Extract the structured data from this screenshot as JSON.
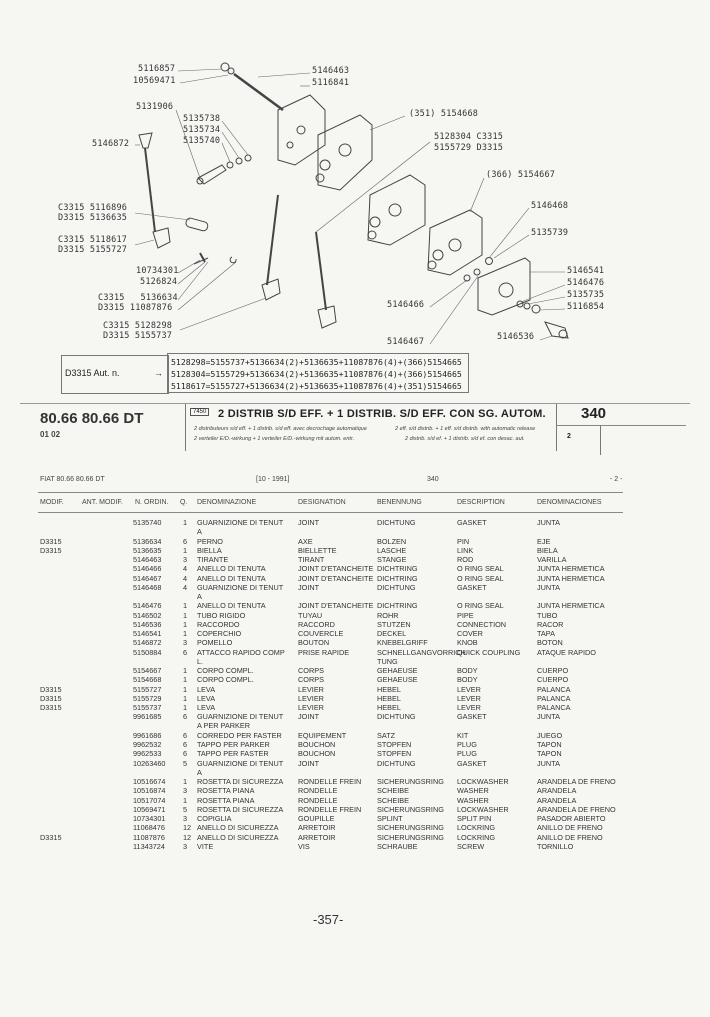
{
  "diagram": {
    "labels": [
      "5116857",
      "10569471",
      "5146463",
      "5116841",
      "5131906",
      "5135738",
      "5135734",
      "5135740",
      "5146872",
      "(351) 5154668",
      "5128304  C3315",
      "5155729  D3315",
      "(366)  5154667",
      "5146468",
      "5135739",
      "C3315 5116896",
      "D3315 5136635",
      "C3315 5118617",
      "D3315 5155727",
      "10734301",
      "5126824",
      "C3315   5136634",
      "D3315 11087876",
      "C3315 5128298",
      "D3315 5155737",
      "5146541",
      "5146476",
      "5135735",
      "5116854",
      "5146466",
      "5146467",
      "5146536"
    ]
  },
  "note": {
    "left": "D3315 Aut. n.",
    "arrow": "→",
    "lines": [
      "5128298=5155737+5136634(2)+5136635+11087876(4)+(366)5154665",
      "5128304=5155729+5136634(2)+5136635+11087876(4)+(366)5154665",
      "5118617=5155727+5136634(2)+5136635+11087876(4)+(351)5154665"
    ]
  },
  "header": {
    "model": "80.66 80.66 DT",
    "code": "01 02",
    "ref": "7450",
    "title": "2 DISTRIB S/D EFF. + 1 DISTRIB. S/D EFF. CON SG. AUTOM.",
    "sub_fr": "2 distributeurs s/d eff. + 1 distrib. s/d eff. avec decrochage automatique",
    "sub_en": "2 eff. s/d distrib. + 1 eff. s/d distrib. with automatic release",
    "sub_de": "2 verteiler E/D.-wirkung + 1 verteiler E/D.-wirkung mit autom. entr.",
    "sub_es": "2 distrib. s/d ef. + 1 distrib. s/d ef. con desac. aut.",
    "page": "340",
    "sheet": "2"
  },
  "running_header": {
    "model": "FIAT 80.66 80.66 DT",
    "date": "[10 - 1991]",
    "table": "340",
    "sheet": "- 2 -"
  },
  "columns": [
    "MODIF.",
    "ANT. MODIF.",
    "N. ORDIN.",
    "Q.",
    "DENOMINAZIONE",
    "DESIGNATION",
    "BENENNUNG",
    "DESCRIPTION",
    "DENOMINACIONES"
  ],
  "rows": [
    {
      "modif": "",
      "n": "5135740",
      "q": "1",
      "it": "GUARNIZIONE DI TENUT\nA",
      "fr": "JOINT",
      "de": "DICHTUNG",
      "en": "GASKET",
      "es": "JUNTA"
    },
    {
      "modif": "D3315",
      "n": "5136634",
      "q": "6",
      "it": "PERNO",
      "fr": "AXE",
      "de": "BOLZEN",
      "en": "PIN",
      "es": "EJE"
    },
    {
      "modif": "D3315",
      "n": "5136635",
      "q": "1",
      "it": "BIELLA",
      "fr": "BIELLETTE",
      "de": "LASCHE",
      "en": "LINK",
      "es": "BIELA"
    },
    {
      "modif": "",
      "n": "5146463",
      "q": "3",
      "it": "TIRANTE",
      "fr": "TIRANT",
      "de": "STANGE",
      "en": "ROD",
      "es": "VARILLA"
    },
    {
      "modif": "",
      "n": "5146466",
      "q": "4",
      "it": "ANELLO DI TENUTA",
      "fr": "JOINT D'ETANCHEITE",
      "de": "DICHTRING",
      "en": "O RING SEAL",
      "es": "JUNTA HERMETICA"
    },
    {
      "modif": "",
      "n": "5146467",
      "q": "4",
      "it": "ANELLO DI TENUTA",
      "fr": "JOINT D'ETANCHEITE",
      "de": "DICHTRING",
      "en": "O RING SEAL",
      "es": "JUNTA HERMETICA"
    },
    {
      "modif": "",
      "n": "5146468",
      "q": "4",
      "it": "GUARNIZIONE DI TENUT\nA",
      "fr": "JOINT",
      "de": "DICHTUNG",
      "en": "GASKET",
      "es": "JUNTA"
    },
    {
      "modif": "",
      "n": "5146476",
      "q": "1",
      "it": "ANELLO DI TENUTA",
      "fr": "JOINT D'ETANCHEITE",
      "de": "DICHTRING",
      "en": "O RING SEAL",
      "es": "JUNTA HERMETICA"
    },
    {
      "modif": "",
      "n": "5146502",
      "q": "1",
      "it": "TUBO RIGIDO",
      "fr": "TUYAU",
      "de": "ROHR",
      "en": "PIPE",
      "es": "TUBO"
    },
    {
      "modif": "",
      "n": "5146536",
      "q": "1",
      "it": "RACCORDO",
      "fr": "RACCORD",
      "de": "STUTZEN",
      "en": "CONNECTION",
      "es": "RACOR"
    },
    {
      "modif": "",
      "n": "5146541",
      "q": "1",
      "it": "COPERCHIO",
      "fr": "COUVERCLE",
      "de": "DECKEL",
      "en": "COVER",
      "es": "TAPA"
    },
    {
      "modif": "",
      "n": "5146872",
      "q": "3",
      "it": "POMELLO",
      "fr": "BOUTON",
      "de": "KNEBELGRIFF",
      "en": "KNOB",
      "es": "BOTON"
    },
    {
      "modif": "",
      "n": "5150884",
      "q": "6",
      "it": "ATTACCO RAPIDO COMP\nL.",
      "fr": "PRISE RAPIDE",
      "de": "SCHNELLGANGVORRICH\nTUNG",
      "en": "QUICK COUPLING",
      "es": "ATAQUE RAPIDO"
    },
    {
      "modif": "",
      "n": "5154667",
      "q": "1",
      "it": "CORPO COMPL.",
      "fr": "CORPS",
      "de": "GEHAEUSE",
      "en": "BODY",
      "es": "CUERPO"
    },
    {
      "modif": "",
      "n": "5154668",
      "q": "1",
      "it": "CORPO COMPL.",
      "fr": "CORPS",
      "de": "GEHAEUSE",
      "en": "BODY",
      "es": "CUERPO"
    },
    {
      "modif": "D3315",
      "n": "5155727",
      "q": "1",
      "it": "LEVA",
      "fr": "LEVIER",
      "de": "HEBEL",
      "en": "LEVER",
      "es": "PALANCA"
    },
    {
      "modif": "D3315",
      "n": "5155729",
      "q": "1",
      "it": "LEVA",
      "fr": "LEVIER",
      "de": "HEBEL",
      "en": "LEVER",
      "es": "PALANCA"
    },
    {
      "modif": "D3315",
      "n": "5155737",
      "q": "1",
      "it": "LEVA",
      "fr": "LEVIER",
      "de": "HEBEL",
      "en": "LEVER",
      "es": "PALANCA"
    },
    {
      "modif": "",
      "n": "9961685",
      "q": "6",
      "it": "GUARNIZIONE DI TENUT\nA PER PARKER",
      "fr": "JOINT",
      "de": "DICHTUNG",
      "en": "GASKET",
      "es": "JUNTA"
    },
    {
      "modif": "",
      "n": "9961686",
      "q": "6",
      "it": "CORREDO PER FASTER",
      "fr": "EQUIPEMENT",
      "de": "SATZ",
      "en": "KIT",
      "es": "JUEGO"
    },
    {
      "modif": "",
      "n": "9962532",
      "q": "6",
      "it": "TAPPO PER PARKER",
      "fr": "BOUCHON",
      "de": "STOPFEN",
      "en": "PLUG",
      "es": "TAPON"
    },
    {
      "modif": "",
      "n": "9962533",
      "q": "6",
      "it": "TAPPO PER FASTER",
      "fr": "BOUCHON",
      "de": "STOPFEN",
      "en": "PLUG",
      "es": "TAPON"
    },
    {
      "modif": "",
      "n": "10263460",
      "q": "5",
      "it": "GUARNIZIONE DI TENUT\nA",
      "fr": "JOINT",
      "de": "DICHTUNG",
      "en": "GASKET",
      "es": "JUNTA"
    },
    {
      "modif": "",
      "n": "10516674",
      "q": "1",
      "it": "ROSETTA DI SICUREZZA",
      "fr": "RONDELLE FREIN",
      "de": "SICHERUNGSRING",
      "en": "LOCKWASHER",
      "es": "ARANDELA DE FRENO"
    },
    {
      "modif": "",
      "n": "10516874",
      "q": "3",
      "it": "ROSETTA PIANA",
      "fr": "RONDELLE",
      "de": "SCHEIBE",
      "en": "WASHER",
      "es": "ARANDELA"
    },
    {
      "modif": "",
      "n": "10517074",
      "q": "1",
      "it": "ROSETTA PIANA",
      "fr": "RONDELLE",
      "de": "SCHEIBE",
      "en": "WASHER",
      "es": "ARANDELA"
    },
    {
      "modif": "",
      "n": "10569471",
      "q": "5",
      "it": "ROSETTA DI SICUREZZA",
      "fr": "RONDELLE FREIN",
      "de": "SICHERUNGSRING",
      "en": "LOCKWASHER",
      "es": "ARANDELA DE FRENO"
    },
    {
      "modif": "",
      "n": "10734301",
      "q": "3",
      "it": "COPIGLIA",
      "fr": "GOUPILLE",
      "de": "SPLINT",
      "en": "SPLIT PIN",
      "es": "PASADOR ABIERTO"
    },
    {
      "modif": "",
      "n": "11068476",
      "q": "12",
      "it": "ANELLO DI SICUREZZA",
      "fr": "ARRETOIR",
      "de": "SICHERUNGSRING",
      "en": "LOCKRING",
      "es": "ANILLO DE FRENO"
    },
    {
      "modif": "D3315",
      "n": "11087876",
      "q": "12",
      "it": "ANELLO DI SICUREZZA",
      "fr": "ARRETOIR",
      "de": "SICHERUNGSRING",
      "en": "LOCKRING",
      "es": "ANILLO DE FRENO"
    },
    {
      "modif": "",
      "n": "11343724",
      "q": "3",
      "it": "VITE",
      "fr": "VIS",
      "de": "SCHRAUBE",
      "en": "SCREW",
      "es": "TORNILLO"
    }
  ],
  "footer": {
    "page_number": "-357-"
  }
}
